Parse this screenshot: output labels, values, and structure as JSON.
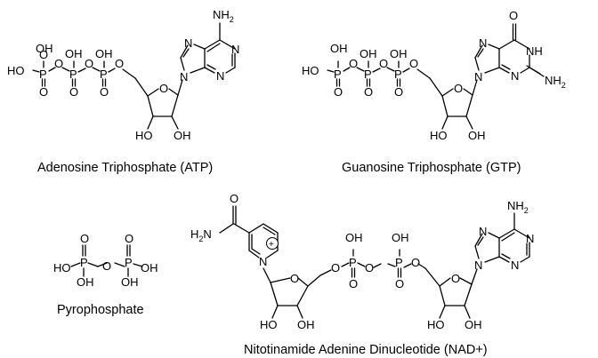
{
  "captions": {
    "atp": "Adenosine Triphosphate (ATP)",
    "gtp": "Guanosine Triphosphate (GTP)",
    "ppi": "Pyrophosphate",
    "nad": "Nitotinamide Adenine Dinucleotide (NAD+)"
  },
  "atoms": {
    "ho": "HO",
    "oh": "OH",
    "o": "O",
    "p": "P",
    "n": "N",
    "nh": "NH",
    "nh2_base": "NH",
    "nh2_sub": "2",
    "h2n_prefix": "H",
    "h2n_sub": "2",
    "h2n_suffix": "N",
    "plus": "+"
  }
}
